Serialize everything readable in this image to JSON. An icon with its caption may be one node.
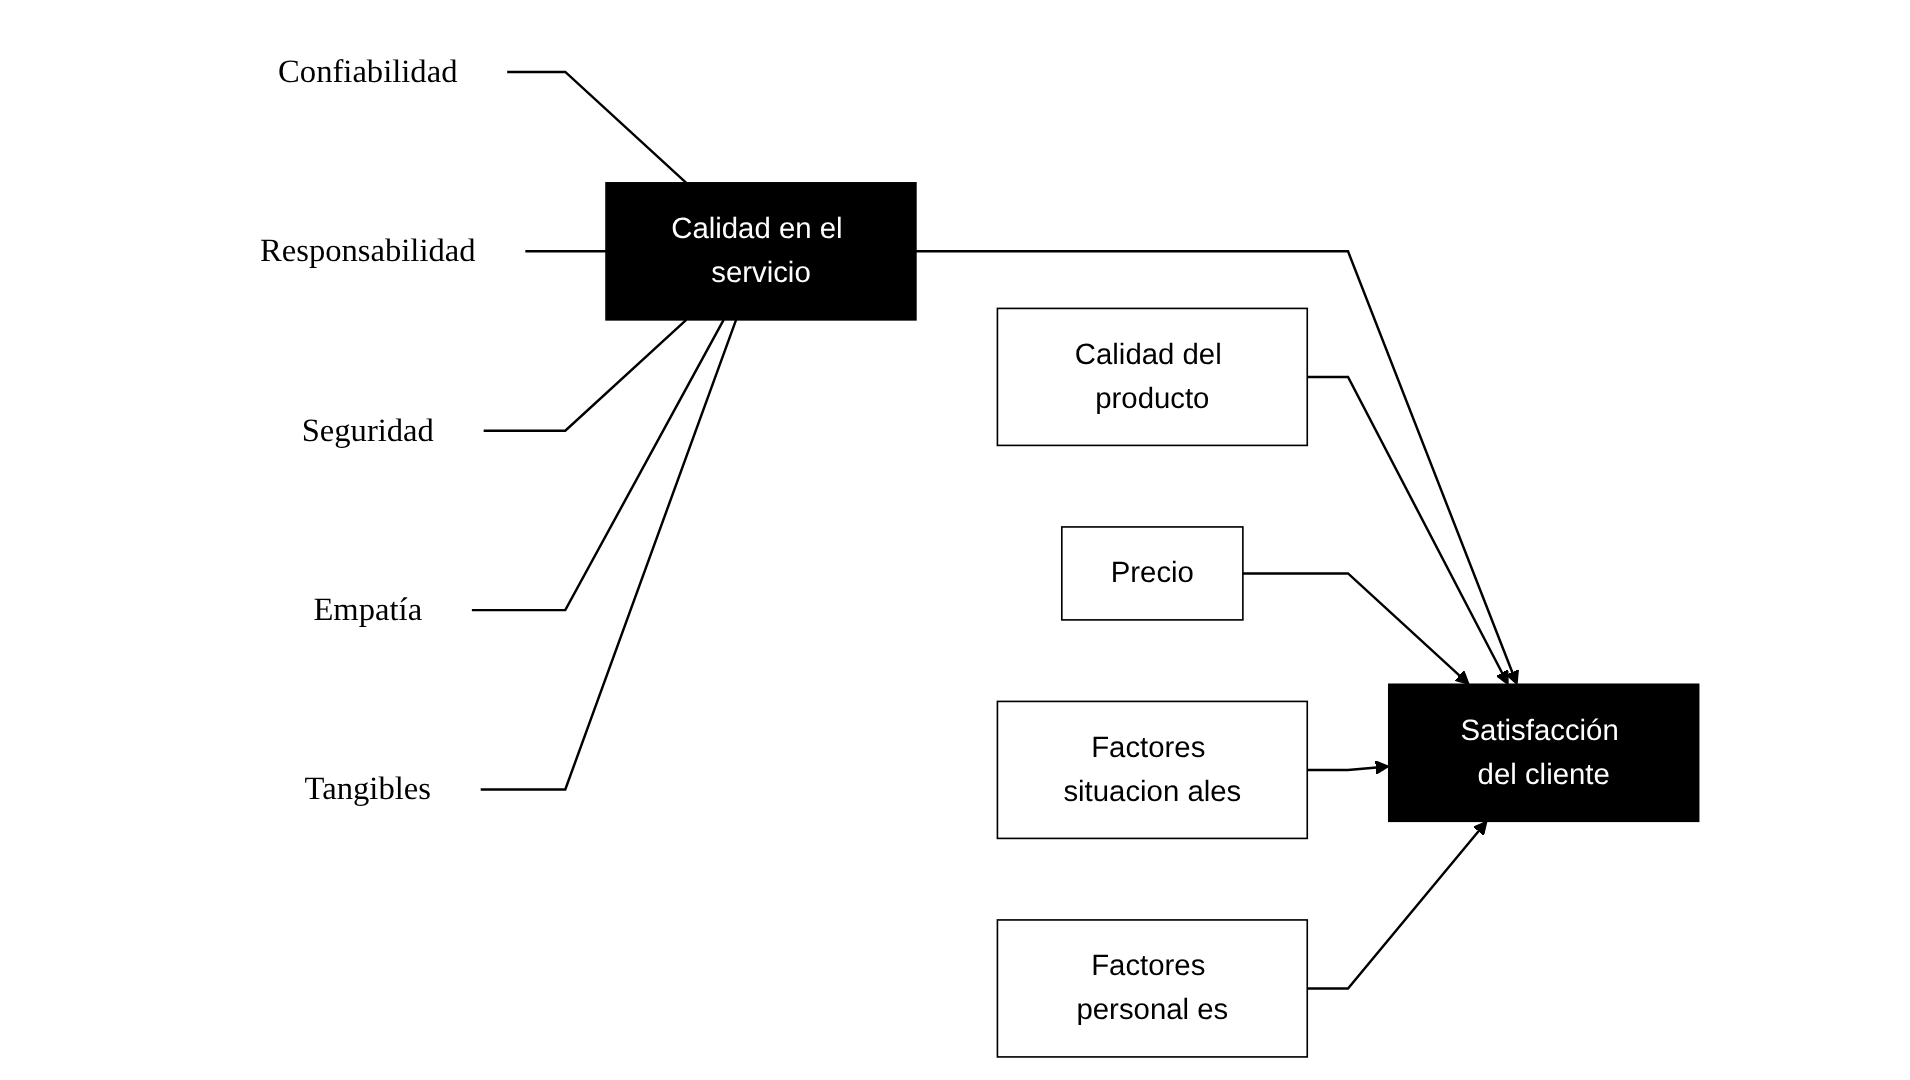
{
  "diagram": {
    "nodes": [
      {
        "text": [
          "Confiabilidad"
        ]
      },
      {
        "text": [
          "Responsabilidad"
        ]
      },
      {
        "text": [
          "Seguridad"
        ]
      },
      {
        "text": [
          "Empatía"
        ]
      },
      {
        "text": [
          "Tangibles"
        ]
      },
      {
        "text": [
          "Calidad en el servicio"
        ]
      },
      {
        "text": [
          "Calidad del producto"
        ]
      },
      {
        "text": [
          "Precio"
        ]
      },
      {
        "text": [
          "Factores situacion ales"
        ]
      },
      {
        "text": [
          "Satisfacción del cliente"
        ]
      },
      {
        "text": [
          "Factores personal es"
        ]
      }
    ],
    "edges": [
      {
        "from": 0,
        "to": 5,
        "arrow": "none"
      },
      {
        "from": 1,
        "to": 5,
        "arrow": "none"
      },
      {
        "from": 2,
        "to": 5,
        "arrow": "none"
      },
      {
        "from": 3,
        "to": 5,
        "arrow": "none"
      },
      {
        "from": 4,
        "to": 5,
        "arrow": "none"
      },
      {
        "from": 5,
        "to": 9,
        "arrow": "to"
      },
      {
        "from": 6,
        "to": 9,
        "arrow": "to"
      },
      {
        "from": 7,
        "to": 9,
        "arrow": "to"
      },
      {
        "from": 8,
        "to": 9,
        "arrow": "to"
      },
      {
        "from": 10,
        "to": 9,
        "arrow": "to"
      }
    ]
  }
}
